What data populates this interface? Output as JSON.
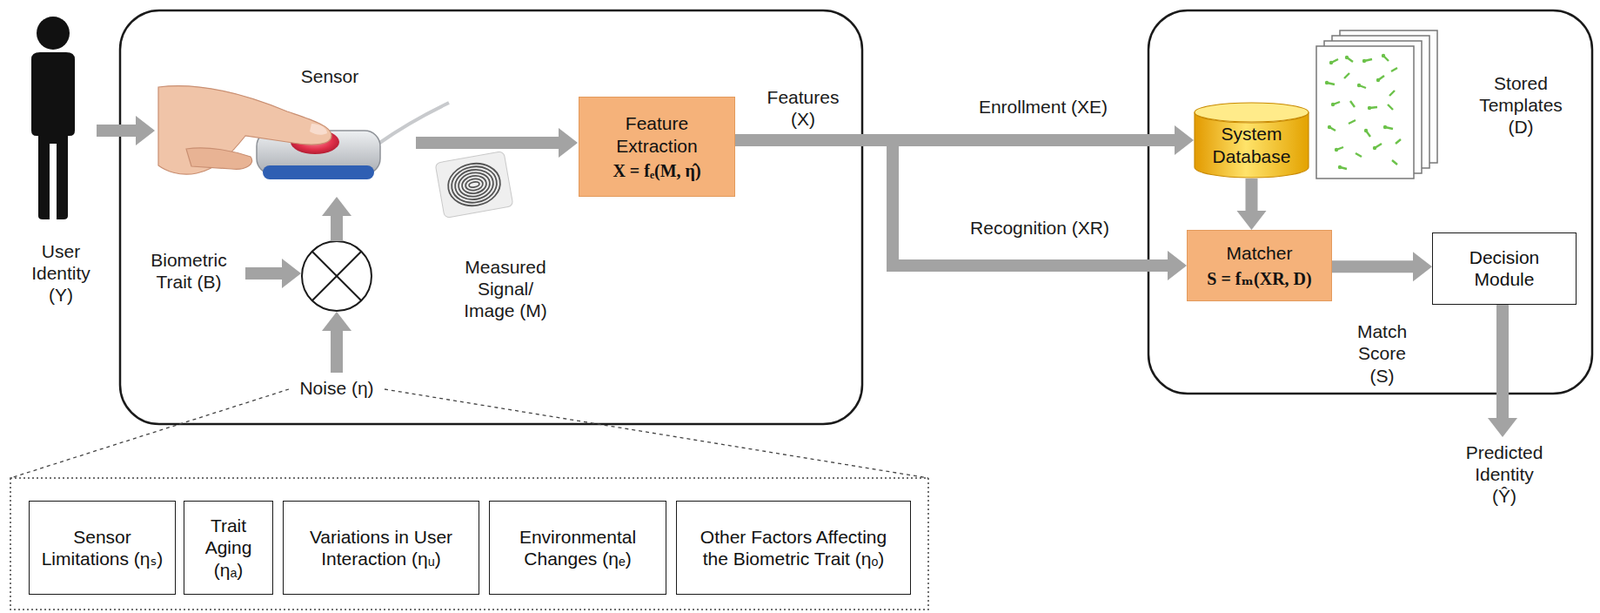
{
  "diagram": {
    "nodes": [
      {
        "text": [
          "Feature Extraction",
          "X = fₑ(M, η̂)"
        ]
      },
      {
        "text": [
          "System Database"
        ]
      },
      {
        "text": [
          "Matcher",
          "S = fₘ(XR, D)"
        ]
      },
      {
        "text": [
          "Decision Module"
        ]
      },
      {
        "text": [
          "Sensor Limitations (ηₛ)"
        ]
      },
      {
        "text": [
          "Trait Aging (ηₐ)"
        ]
      },
      {
        "text": [
          "Variations in User Interaction (ηᵤ)"
        ]
      },
      {
        "text": [
          "Environmental Changes (ηₑ)"
        ]
      },
      {
        "text": [
          "Other Factors Affecting the Biometric Trait (ηₒ)"
        ]
      }
    ],
    "edges": [
      {
        "from": 0,
        "to": 1,
        "label": "Enrollment (XE)",
        "arrow": "to"
      },
      {
        "from": 0,
        "to": 2,
        "label": "Recognition (XR)",
        "arrow": "to"
      },
      {
        "from": 1,
        "to": 2,
        "arrow": "to"
      },
      {
        "from": 2,
        "to": 3,
        "label": "Match Score (S)",
        "arrow": "to"
      }
    ],
    "labels": [
      "User Identity (Y)",
      "Sensor",
      "Biometric Trait (B)",
      "Measured Signal/ Image (M)",
      "Noise (η)",
      "Features (X)",
      "Stored Templates (D)",
      "Predicted Identity (Ŷ)"
    ]
  }
}
